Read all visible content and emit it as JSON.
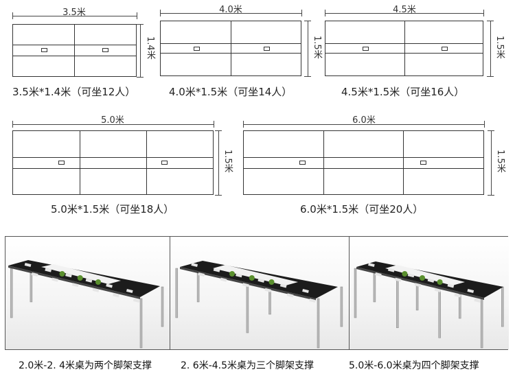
{
  "diagrams": [
    {
      "length_label": "3.5米",
      "width_label": "1.4米",
      "caption": "3.5米*1.4米（可坐12人）"
    },
    {
      "length_label": "4.0米",
      "width_label": "1.5米",
      "caption": "4.0米*1.5米（可坐14人）"
    },
    {
      "length_label": "4.5米",
      "width_label": "1.5米",
      "caption": "4.5米*1.5米（可坐16人）"
    },
    {
      "length_label": "5.0米",
      "width_label": "1.5米",
      "caption": "5.0米*1.5米（可坐18人）"
    },
    {
      "length_label": "6.0米",
      "width_label": "1.5米",
      "caption": "6.0米*1.5米（可坐20人）"
    }
  ],
  "photos": [
    {
      "caption": "2.0米-2. 4米桌为两个脚架支撑",
      "legs_per_side": 2
    },
    {
      "caption": "2. 6米-4.5米桌为三个脚架支撑",
      "legs_per_side": 3
    },
    {
      "caption": "5.0米-6.0米桌为四个脚架支撑",
      "legs_per_side": 4
    }
  ]
}
